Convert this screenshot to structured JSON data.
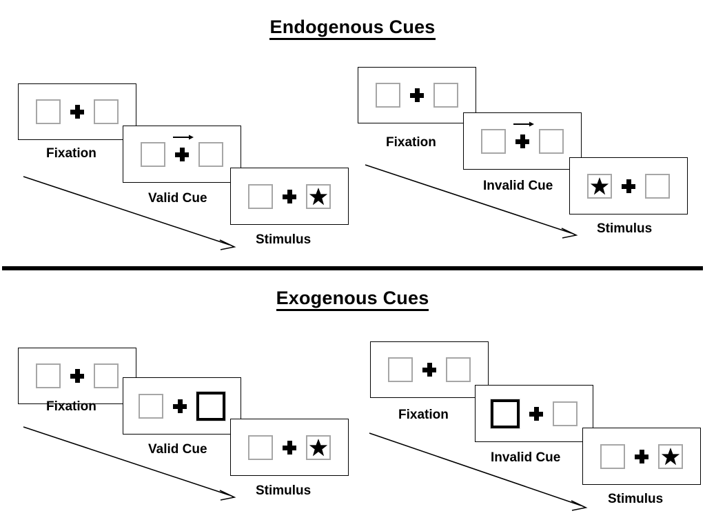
{
  "figure": {
    "sections": [
      {
        "id": "endogenous",
        "title": "Endogenous Cues",
        "trials": [
          {
            "id": "endogenous-valid",
            "stages": [
              {
                "name": "fixation",
                "label": "Fixation",
                "left_box": "plain",
                "right_box": "plain",
                "cue": "none",
                "target": "none"
              },
              {
                "name": "cue",
                "label": "Valid Cue",
                "left_box": "plain",
                "right_box": "plain",
                "cue": "arrow-right",
                "target": "none"
              },
              {
                "name": "stimulus",
                "label": "Stimulus",
                "left_box": "plain",
                "right_box": "star",
                "cue": "none",
                "target": "right"
              }
            ]
          },
          {
            "id": "endogenous-invalid",
            "stages": [
              {
                "name": "fixation",
                "label": "Fixation",
                "left_box": "plain",
                "right_box": "plain",
                "cue": "none",
                "target": "none"
              },
              {
                "name": "cue",
                "label": "Invalid Cue",
                "left_box": "plain",
                "right_box": "plain",
                "cue": "arrow-right",
                "target": "none"
              },
              {
                "name": "stimulus",
                "label": "Stimulus",
                "left_box": "star",
                "right_box": "plain",
                "cue": "none",
                "target": "left"
              }
            ]
          }
        ]
      },
      {
        "id": "exogenous",
        "title": "Exogenous Cues",
        "trials": [
          {
            "id": "exogenous-valid",
            "stages": [
              {
                "name": "fixation",
                "label": "Fixation",
                "left_box": "plain",
                "right_box": "plain",
                "cue": "none",
                "target": "none"
              },
              {
                "name": "cue",
                "label": "Valid Cue",
                "left_box": "plain",
                "right_box": "highlighted",
                "cue": "peripheral-right",
                "target": "none"
              },
              {
                "name": "stimulus",
                "label": "Stimulus",
                "left_box": "plain",
                "right_box": "star",
                "cue": "none",
                "target": "right"
              }
            ]
          },
          {
            "id": "exogenous-invalid",
            "stages": [
              {
                "name": "fixation",
                "label": "Fixation",
                "left_box": "plain",
                "right_box": "plain",
                "cue": "none",
                "target": "none"
              },
              {
                "name": "cue",
                "label": "Invalid Cue",
                "left_box": "highlighted",
                "right_box": "plain",
                "cue": "peripheral-left",
                "target": "none"
              },
              {
                "name": "stimulus",
                "label": "Stimulus",
                "left_box": "plain",
                "right_box": "star",
                "cue": "none",
                "target": "right"
              }
            ]
          }
        ]
      }
    ],
    "icons": {
      "fixation_cross": "plus-icon",
      "endogenous_cue": "arrow-right-icon",
      "target": "star-icon",
      "time_flow": "time-arrow-icon"
    },
    "colors": {
      "ink": "#000000",
      "box_border": "#a6a6a6",
      "cued_box_border": "#000000",
      "background": "#ffffff"
    }
  }
}
